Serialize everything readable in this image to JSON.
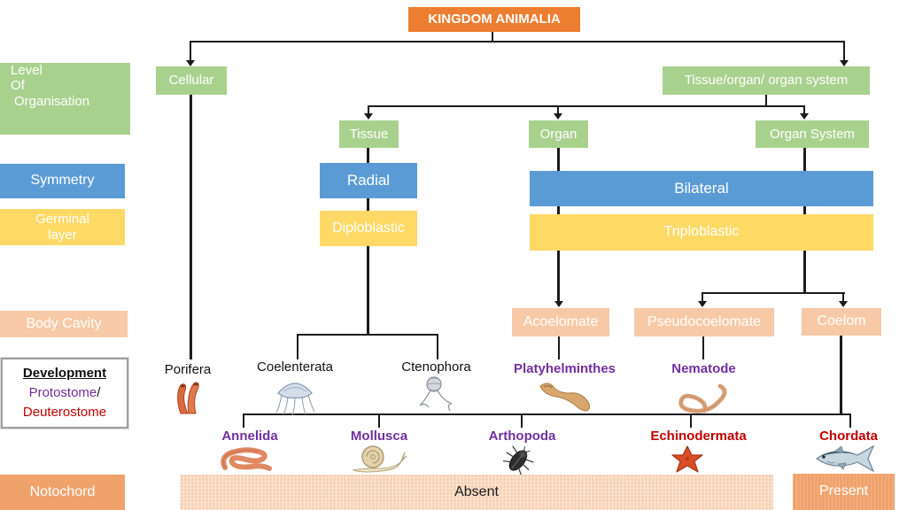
{
  "title": "KINGDOM ANIMALIA",
  "colors": {
    "title_orange": "#ED7D31",
    "green": "#A9D18E",
    "blue": "#5B9BD5",
    "yellow": "#FFD966",
    "peach": "#F7C9A6",
    "mid_orange": "#F0A26B",
    "purple_text": "#7030A0",
    "dark_red_text": "#C00000"
  },
  "sidebar": {
    "level": {
      "line1": "Level",
      "line2": "Of",
      "line3": "Organisation"
    },
    "symmetry": "Symmetry",
    "germinal": {
      "line1": "Germinal",
      "line2": "layer"
    },
    "body_cavity": "Body Cavity",
    "development": {
      "title": "Development",
      "protostome": "Protostome",
      "slash": "/",
      "deuterostome": "Deuterostome"
    },
    "notochord": "Notochord"
  },
  "nodes": {
    "cellular": "Cellular",
    "tissue_organ_system": "Tissue/organ/ organ system",
    "tissue": "Tissue",
    "organ": "Organ",
    "organ_system": "Organ System",
    "radial": "Radial",
    "bilateral": "Bilateral",
    "diploblastic": "Diploblastic",
    "triploblastic": "Triploblastic",
    "acoelomate": "Acoelomate",
    "pseudocoelomate": "Pseudocoelomate",
    "coelom": "Coelom"
  },
  "phyla": {
    "porifera": "Porifera",
    "coelenterata": "Coelenterata",
    "ctenophora": "Ctenophora",
    "platyhelminthes": "Platyhelminthes",
    "nematode": "Nematode",
    "annelida": "Annelida",
    "mollusca": "Mollusca",
    "arthopoda": "Arthopoda",
    "echinodermata": "Echinodermata",
    "chordata": "Chordata"
  },
  "notochord_row": {
    "absent": "Absent",
    "present": "Present"
  }
}
